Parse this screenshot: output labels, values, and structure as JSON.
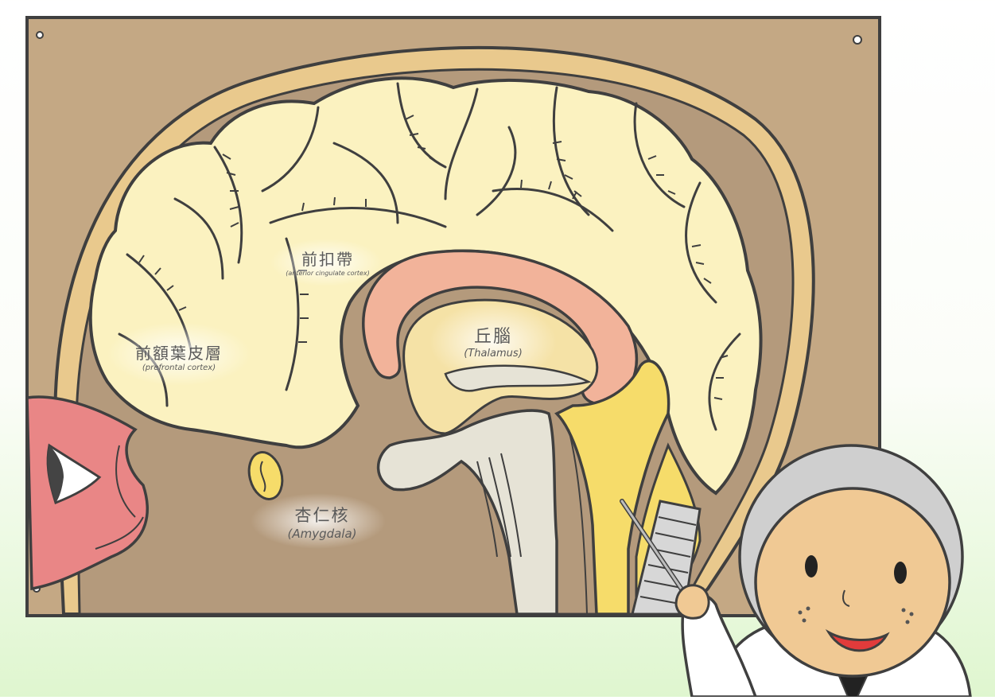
{
  "labels": {
    "acc": {
      "zh": "前扣帶",
      "en": "(anterior cingulate cortex)"
    },
    "pfc": {
      "zh": "前額葉皮層",
      "en": "(prefrontal cortex)"
    },
    "thalamus": {
      "zh": "丘腦",
      "en": "(Thalamus)"
    },
    "amygdala": {
      "zh": "杏仁核",
      "en": "(Amygdala)"
    }
  },
  "colors": {
    "poster": "#c4a884",
    "poster_inner": "#b49a7c",
    "skull": "#e9c98d",
    "brain": "#fbf2c0",
    "corpus_callosum": "#f2b39a",
    "brainstem": "#e6e3d6",
    "spinal_yellow": "#f6dc6a",
    "lip_red": "#e98686",
    "outline": "#3f3f3f",
    "face": "#f0c994",
    "hair": "#cfcfcf"
  }
}
